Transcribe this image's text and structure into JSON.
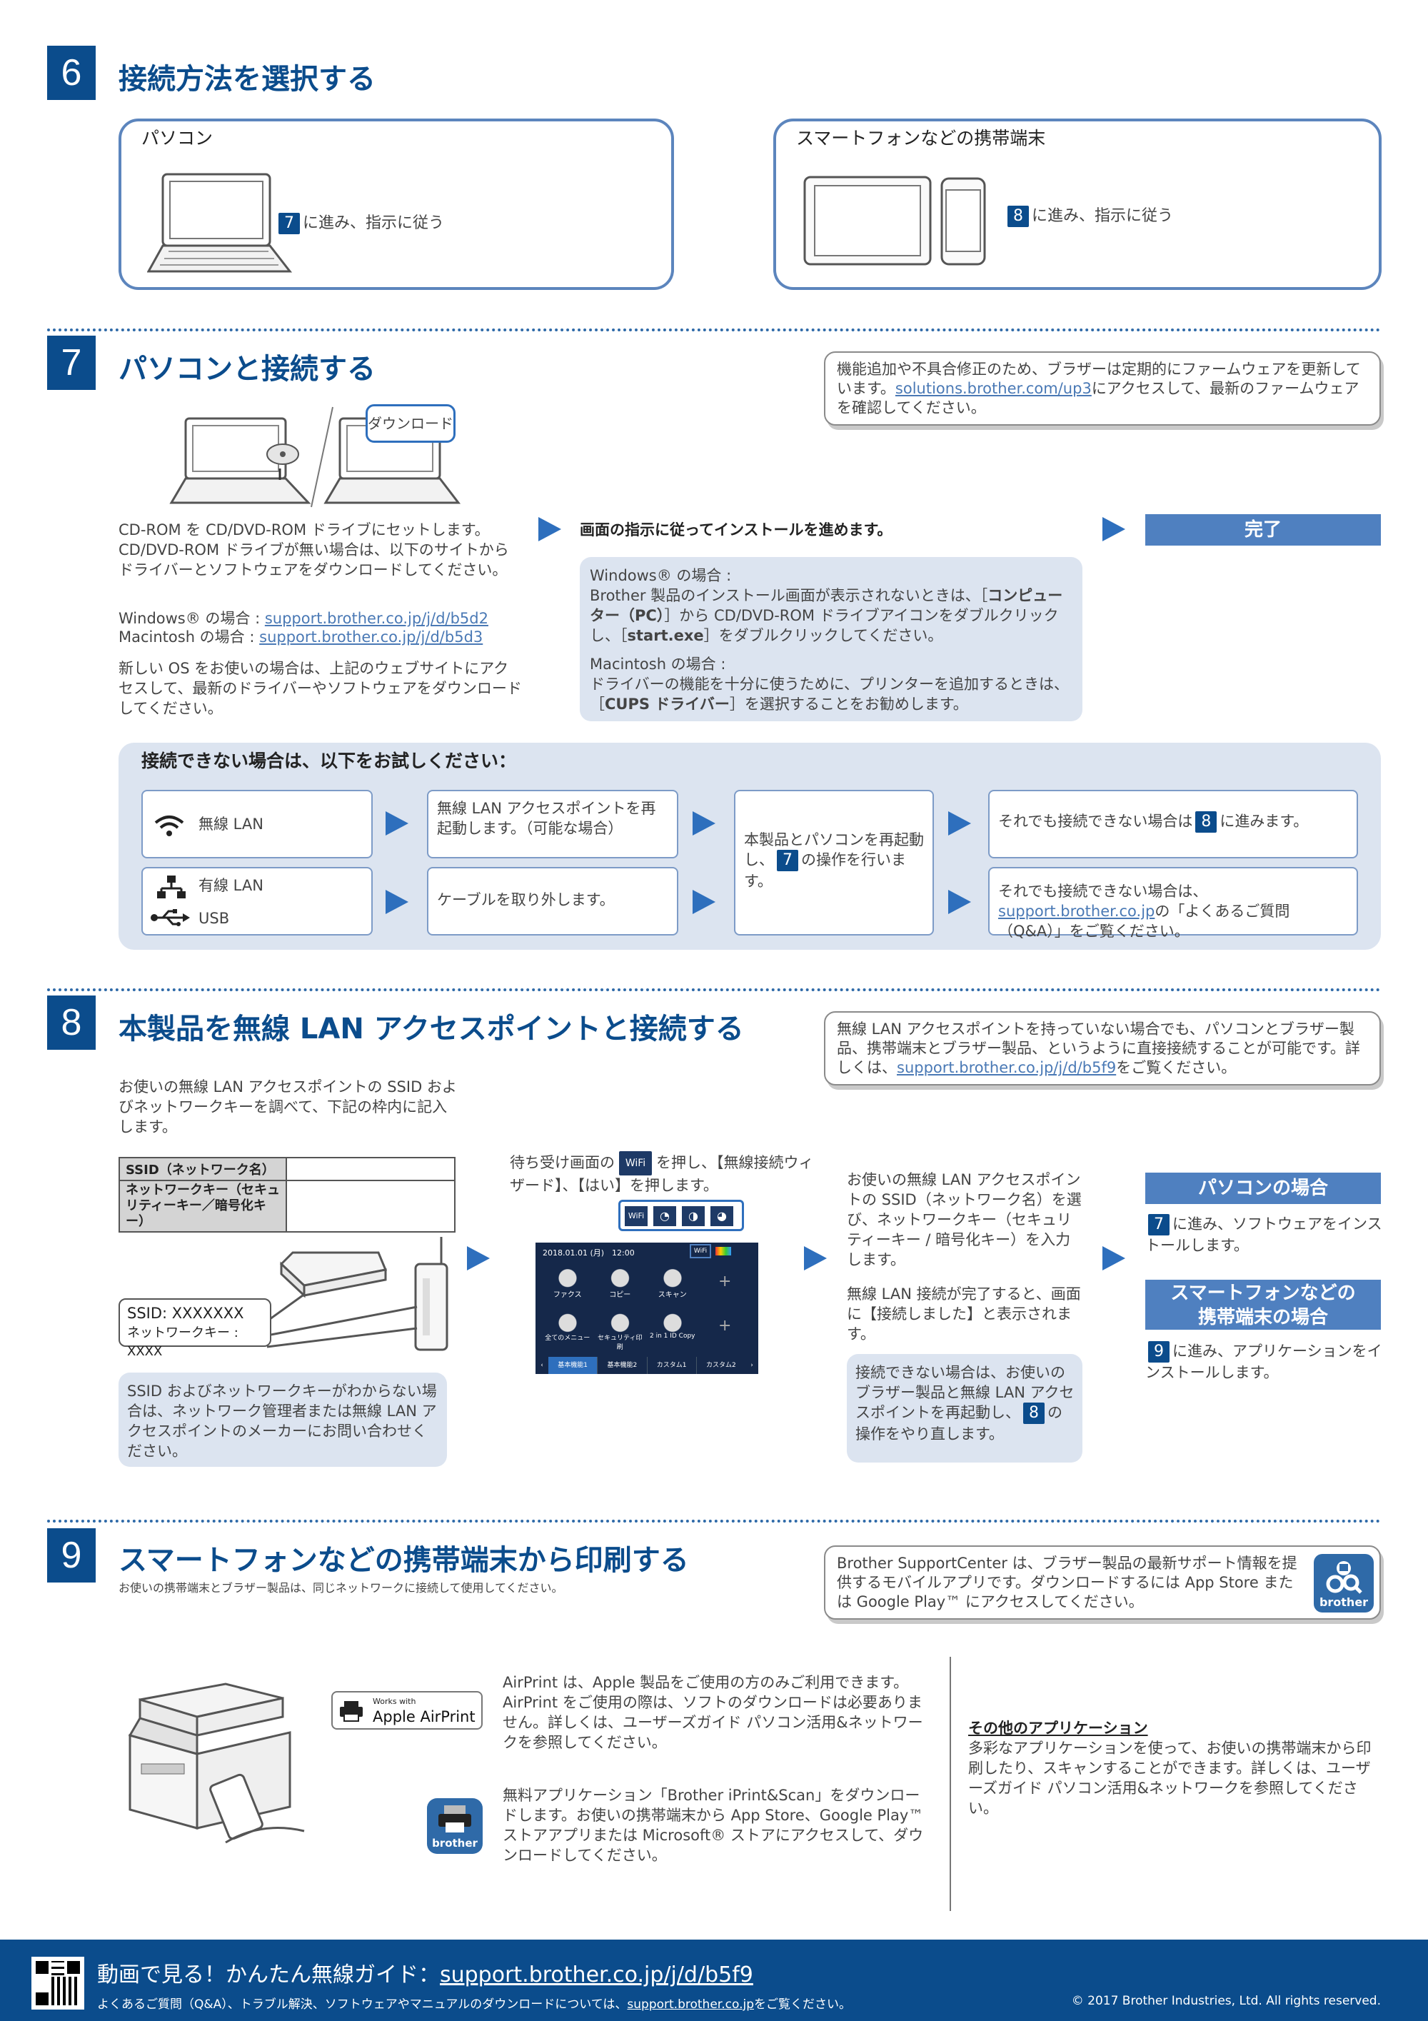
{
  "s6": {
    "num": "6",
    "title": "接続方法を選択する",
    "pc": {
      "title": "パソコン",
      "step": "7",
      "text": "に進み、指示に従う"
    },
    "mobile": {
      "title": "スマートフォンなどの携帯端末",
      "step": "8",
      "text": "に進み、指示に従う"
    }
  },
  "s7": {
    "num": "7",
    "title": "パソコンと接続する",
    "download_label": "ダウンロード",
    "firmware_note_a": "機能追加や不具合修正のため、ブラザーは定期的にファームウェアを更新して",
    "firmware_note_b": "います。",
    "firmware_link": "solutions.brother.com/up3",
    "firmware_note_c": "にアクセスして、最新のファームウェア",
    "firmware_note_d": "を確認してください。",
    "cd_text": "CD-ROM を CD/DVD-ROM ドライブにセットします。CD/DVD-ROM ドライブが無い場合は、以下のサイトからドライバーとソフトウェアをダウンロードしてください。",
    "win_label": "Windows® の場合 : ",
    "win_link": "support.brother.co.jp/j/d/b5d2",
    "mac_label": "Macintosh の場合 : ",
    "mac_link": "support.brother.co.jp/j/d/b5d3",
    "newos_text": "新しい OS をお使いの場合は、上記のウェブサイトにアクセスして、最新のドライバーやソフトウェアをダウンロードしてください。",
    "install_heading": "画面の指示に従ってインストールを進めます。",
    "win_box_label": "Windows® の場合 :",
    "win_box_a": "Brother 製品のインストール画面が表示されないときは、［",
    "win_box_b": "コンピューター（PC）",
    "win_box_c": "］から CD/DVD-ROM ドライブアイコンをダブルクリックし、［",
    "win_box_d": "start.exe",
    "win_box_e": "］をダブルクリックしてください。",
    "mac_box_label": "Macintosh の場合 :",
    "mac_box_a": "ドライバーの機能を十分に使うために、プリンターを追加するときは、［",
    "mac_box_b": "CUPS ドライバー",
    "mac_box_c": "］を選択することをお勧めします。",
    "done": "完了",
    "trouble": {
      "title": "接続できない場合は、以下をお試しください：",
      "wireless": "無線 LAN",
      "wired": "有線 LAN",
      "usb": "USB",
      "restart_ap": "無線 LAN アクセスポイントを再起動します。（可能な場合）",
      "unplug": "ケーブルを取り外します。",
      "restart_a": "本製品とパソコンを再起動し、",
      "restart_step": "7",
      "restart_b": "の操作を行います。",
      "still_a": "それでも接続できない場合は",
      "still_step": "8",
      "still_b": "に進みます。",
      "still2_a": "それでも接続できない場合は、",
      "still2_link": "support.brother.co.jp",
      "still2_b": "の「よくあるご質問（Q&A）」をご覧ください。"
    }
  },
  "s8": {
    "num": "8",
    "title": "本製品を無線 LAN アクセスポイントと接続する",
    "note_a": "無線 LAN アクセスポイントを持っていない場合でも、パソコンとブラザー製品、携帯端末とブラザー製品、というように直接接続することが可能です。詳しくは、",
    "note_link": "support.brother.co.jp/j/d/b5f9",
    "note_b": "をご覧ください。",
    "intro": "お使いの無線 LAN アクセスポイントの SSID およびネットワークキーを調べて、下記の枠内に記入します。",
    "ssid_label": "SSID（ネットワーク名）",
    "key_label": "ネットワークキー（セキュリティーキー／暗号化キー）",
    "ssid_example": "SSID: XXXXXXX",
    "key_example": "ネットワークキー : XXXX",
    "unknown_note": "SSID およびネットワークキーがわからない場合は、ネットワーク管理者または無線 LAN アクセスポイントのメーカーにお問い合わせください。",
    "press_a": "待ち受け画面の",
    "press_icon": "WiFi",
    "press_b": "を押し、【無線接続ウィザード】、【はい】を押します。",
    "screen": {
      "date": "2018.01.01 (月)　12:00",
      "tiles": [
        "ファクス",
        "コピー",
        "スキャン",
        "全てのメニュー",
        "セキュリティ印刷",
        "2 in 1 ID Copy"
      ],
      "tabs": [
        "基本機能1",
        "基本機能2",
        "カスタム1",
        "カスタム2"
      ]
    },
    "choose_text": "お使いの無線 LAN アクセスポイントの SSID（ネットワーク名）を選び、ネットワークキー（セキュリティーキー / 暗号化キー）を入力します。",
    "complete_text": "無線 LAN 接続が完了すると、画面に【接続しました】と表示されます。",
    "fail_a": "接続できない場合は、お使いのブラザー製品と無線 LAN アクセスポイントを再起動し、",
    "fail_step": "8",
    "fail_b": "の操作をやり直します。",
    "pc_case": "パソコンの場合",
    "pc_step": "7",
    "pc_text": "に進み、ソフトウェアをインストールします。",
    "mobile_case_1": "スマートフォンなどの",
    "mobile_case_2": "携帯端末の場合",
    "mobile_step": "9",
    "mobile_text": "に進み、アプリケーションをインストールします。"
  },
  "s9": {
    "num": "9",
    "title": "スマートフォンなどの携帯端末から印刷する",
    "subtitle": "お使いの携帯端末とブラザー製品は、同じネットワークに接続して使用してください。",
    "support_note": "Brother SupportCenter は、ブラザー製品の最新サポート情報を提供するモバイルアプリです。ダウンロードするには App Store または Google Play™ にアクセスしてください。",
    "brother_logo": "brother",
    "airprint_small": "Works with",
    "airprint_big": "Apple AirPrint",
    "airprint_text": "AirPrint は、Apple 製品をご使用の方のみご利用できます。AirPrint をご使用の際は、ソフトのダウンロードは必要ありません。詳しくは、ユーザーズガイド パソコン活用&ネットワークを参照してください。",
    "iprint_text": "無料アプリケーション「Brother iPrint&Scan」をダウンロードします。お使いの携帯端末から App Store、Google Play™ ストアアプリまたは Microsoft® ストアにアクセスして、ダウンロードしてください。",
    "other_title": "その他のアプリケーション",
    "other_text": "多彩なアプリケーションを使って、お使いの携帯端末から印刷したり、スキャンすることができます。詳しくは、ユーザーズガイド パソコン活用&ネットワークを参照してください。"
  },
  "footer": {
    "video_label": "動画で見る！かんたん無線ガイド：",
    "video_link": "support.brother.co.jp/j/d/b5f9",
    "faq_a": "よくあるご質問（Q&A）、トラブル解決、ソフトウェアやマニュアルのダウンロードについては、",
    "faq_link": "support.brother.co.jp",
    "faq_b": "をご覧ください。",
    "copyright": "© 2017 Brother Industries, Ltd. All rights reserved."
  }
}
